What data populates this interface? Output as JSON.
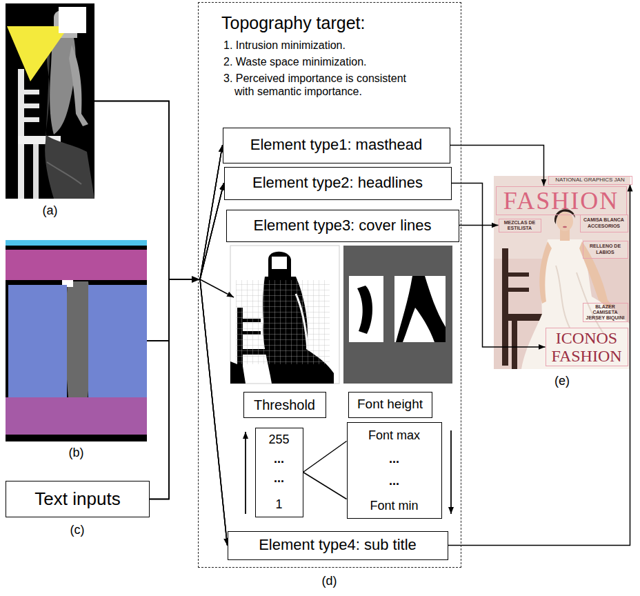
{
  "diagram": {
    "nodes": [
      {
        "text": [
          "(a)"
        ]
      },
      {
        "text": [
          "(b)"
        ]
      },
      {
        "text": [
          "Text inputs",
          "(c)"
        ]
      },
      {
        "text": [
          "Topography target:",
          "1. Intrusion minimization.",
          "2. Waste space minimization.",
          "3. Perceived importance is consistent with semantic importance.",
          "(d)"
        ]
      },
      {
        "text": [
          "Element type1: masthead"
        ],
        "in": 3
      },
      {
        "text": [
          "Element type2: headlines"
        ],
        "in": 3
      },
      {
        "text": [
          "Element type3: cover lines"
        ],
        "in": 3
      },
      {
        "text": [
          "Threshold"
        ],
        "in": 3
      },
      {
        "text": [
          "Font height"
        ],
        "in": 3
      },
      {
        "text": [
          "255",
          "...",
          "...",
          "1"
        ],
        "in": 3
      },
      {
        "text": [
          "Font max",
          "...",
          "...",
          "Font min"
        ],
        "in": 3
      },
      {
        "text": [
          "Element type4: sub title"
        ],
        "in": 3
      },
      {
        "text": [
          "(e)"
        ]
      },
      {
        "text": [
          "NATIONAL GRAPHICS JAN"
        ],
        "in": 12
      },
      {
        "text": [
          "FASHION"
        ],
        "in": 12
      },
      {
        "text": [
          "MEZCLAS DE ESTILISTA"
        ],
        "in": 12
      },
      {
        "text": [
          "CAMISA BLANCA ACCESORIOS"
        ],
        "in": 12
      },
      {
        "text": [
          "RELLENO DE LABIOS"
        ],
        "in": 12
      },
      {
        "text": [
          "BLAZER CAMISETA JERSEY BIQUINI"
        ],
        "in": 12
      },
      {
        "text": [
          "ICONOS FASHION"
        ],
        "in": 12
      }
    ],
    "edges": [
      {
        "from": 0,
        "to": 4,
        "arrow": "to"
      },
      {
        "from": 0,
        "to": 5,
        "arrow": "to"
      },
      {
        "from": 0,
        "to": 11,
        "arrow": "to"
      },
      {
        "from": 1,
        "to": 4,
        "arrow": "to"
      },
      {
        "from": 1,
        "to": 5,
        "arrow": "to"
      },
      {
        "from": 1,
        "to": 11,
        "arrow": "to"
      },
      {
        "from": 2,
        "to": 4,
        "arrow": "to"
      },
      {
        "from": 2,
        "to": 5,
        "arrow": "to"
      },
      {
        "from": 2,
        "to": 11,
        "arrow": "to"
      },
      {
        "from": 4,
        "to": 14,
        "arrow": "to"
      },
      {
        "from": 5,
        "to": 19,
        "arrow": "to"
      },
      {
        "from": 6,
        "to": 15,
        "arrow": "to"
      },
      {
        "from": 11,
        "to": 13,
        "arrow": "to"
      },
      {
        "from": 9,
        "to": 10,
        "arrow": "none"
      }
    ]
  }
}
